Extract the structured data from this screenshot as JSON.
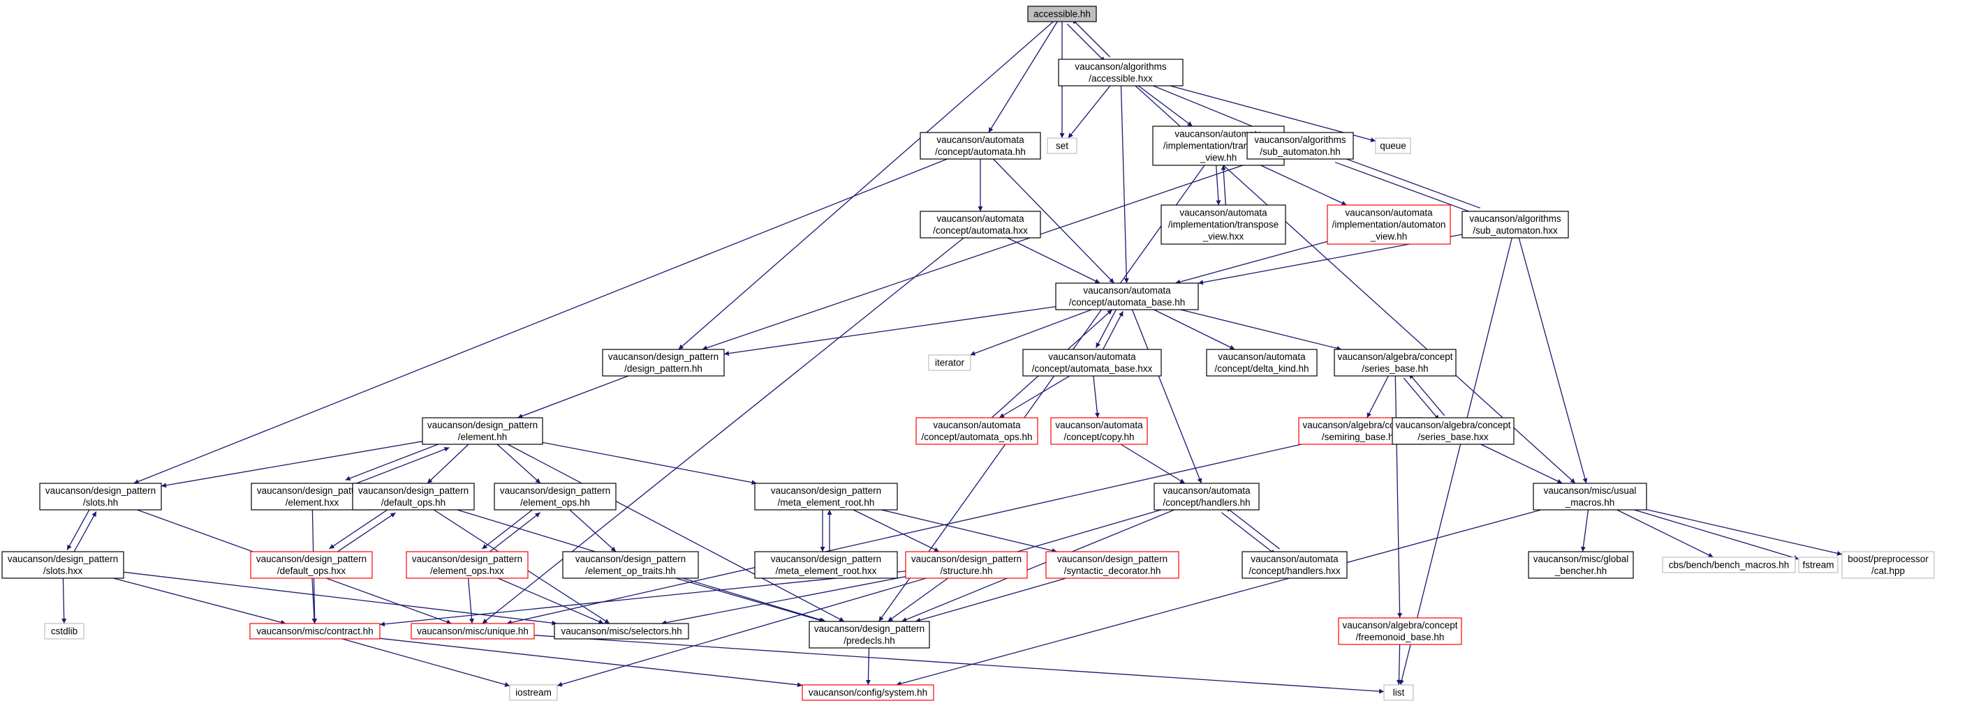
{
  "diagram": {
    "kind": "include-dependency-graph",
    "colors": {
      "edge": "#191970",
      "node_border_documented": "#000000",
      "node_border_undocumented": "#ff0000",
      "node_border_external": "#bfbfbf",
      "root_fill": "#bfbfbf",
      "node_fill": "#ffffff"
    },
    "nodes": [
      {
        "id": "accessible_hh",
        "lines": [
          "accessible.hh"
        ],
        "style": "root"
      },
      {
        "id": "accessible_hxx",
        "lines": [
          "vaucanson/algorithms",
          "/accessible.hxx"
        ],
        "style": "black"
      },
      {
        "id": "automata_hh",
        "lines": [
          "vaucanson/automata",
          "/concept/automata.hh"
        ],
        "style": "black"
      },
      {
        "id": "set",
        "lines": [
          "set"
        ],
        "style": "gray"
      },
      {
        "id": "transpose_view_hh",
        "lines": [
          "vaucanson/automata",
          "/implementation/transpose",
          "_view.hh"
        ],
        "style": "black"
      },
      {
        "id": "sub_automaton_hh",
        "lines": [
          "vaucanson/algorithms",
          "/sub_automaton.hh"
        ],
        "style": "black"
      },
      {
        "id": "queue",
        "lines": [
          "queue"
        ],
        "style": "gray"
      },
      {
        "id": "transpose_view_hxx",
        "lines": [
          "vaucanson/automata",
          "/implementation/transpose",
          "_view.hxx"
        ],
        "style": "black"
      },
      {
        "id": "automaton_view_hh",
        "lines": [
          "vaucanson/automata",
          "/implementation/automaton",
          "_view.hh"
        ],
        "style": "red"
      },
      {
        "id": "sub_automaton_hxx",
        "lines": [
          "vaucanson/algorithms",
          "/sub_automaton.hxx"
        ],
        "style": "black"
      },
      {
        "id": "automata_hxx",
        "lines": [
          "vaucanson/automata",
          "/concept/automata.hxx"
        ],
        "style": "black"
      },
      {
        "id": "automata_base_hh",
        "lines": [
          "vaucanson/automata",
          "/concept/automata_base.hh"
        ],
        "style": "black"
      },
      {
        "id": "design_pattern_hh",
        "lines": [
          "vaucanson/design_pattern",
          "/design_pattern.hh"
        ],
        "style": "black"
      },
      {
        "id": "iterator",
        "lines": [
          "iterator"
        ],
        "style": "gray"
      },
      {
        "id": "automata_base_hxx",
        "lines": [
          "vaucanson/automata",
          "/concept/automata_base.hxx"
        ],
        "style": "black"
      },
      {
        "id": "delta_kind_hh",
        "lines": [
          "vaucanson/automata",
          "/concept/delta_kind.hh"
        ],
        "style": "black"
      },
      {
        "id": "series_base_hh",
        "lines": [
          "vaucanson/algebra/concept",
          "/series_base.hh"
        ],
        "style": "black"
      },
      {
        "id": "automata_ops_hh",
        "lines": [
          "vaucanson/automata",
          "/concept/automata_ops.hh"
        ],
        "style": "red"
      },
      {
        "id": "copy_hh",
        "lines": [
          "vaucanson/automata",
          "/concept/copy.hh"
        ],
        "style": "red"
      },
      {
        "id": "semiring_base_hh",
        "lines": [
          "vaucanson/algebra/concept",
          "/semiring_base.hh"
        ],
        "style": "red"
      },
      {
        "id": "series_base_hxx",
        "lines": [
          "vaucanson/algebra/concept",
          "/series_base.hxx"
        ],
        "style": "black"
      },
      {
        "id": "element_hh",
        "lines": [
          "vaucanson/design_pattern",
          "/element.hh"
        ],
        "style": "black"
      },
      {
        "id": "slots_hh",
        "lines": [
          "vaucanson/design_pattern",
          "/slots.hh"
        ],
        "style": "black"
      },
      {
        "id": "element_hxx",
        "lines": [
          "vaucanson/design_pattern",
          "/element.hxx"
        ],
        "style": "black"
      },
      {
        "id": "default_ops_hh",
        "lines": [
          "vaucanson/design_pattern",
          "/default_ops.hh"
        ],
        "style": "black"
      },
      {
        "id": "element_ops_hh",
        "lines": [
          "vaucanson/design_pattern",
          "/element_ops.hh"
        ],
        "style": "black"
      },
      {
        "id": "meta_element_root_hh",
        "lines": [
          "vaucanson/design_pattern",
          "/meta_element_root.hh"
        ],
        "style": "black"
      },
      {
        "id": "handlers_hh",
        "lines": [
          "vaucanson/automata",
          "/concept/handlers.hh"
        ],
        "style": "black"
      },
      {
        "id": "usual_macros_hh",
        "lines": [
          "vaucanson/misc/usual",
          "_macros.hh"
        ],
        "style": "black"
      },
      {
        "id": "slots_hxx",
        "lines": [
          "vaucanson/design_pattern",
          "/slots.hxx"
        ],
        "style": "black"
      },
      {
        "id": "default_ops_hxx",
        "lines": [
          "vaucanson/design_pattern",
          "/default_ops.hxx"
        ],
        "style": "red"
      },
      {
        "id": "element_ops_hxx",
        "lines": [
          "vaucanson/design_pattern",
          "/element_ops.hxx"
        ],
        "style": "red"
      },
      {
        "id": "element_op_traits_hh",
        "lines": [
          "vaucanson/design_pattern",
          "/element_op_traits.hh"
        ],
        "style": "black"
      },
      {
        "id": "meta_element_root_hxx",
        "lines": [
          "vaucanson/design_pattern",
          "/meta_element_root.hxx"
        ],
        "style": "black"
      },
      {
        "id": "structure_hh",
        "lines": [
          "vaucanson/design_pattern",
          "/structure.hh"
        ],
        "style": "red"
      },
      {
        "id": "syntactic_decorator_hh",
        "lines": [
          "vaucanson/design_pattern",
          "/syntactic_decorator.hh"
        ],
        "style": "red"
      },
      {
        "id": "handlers_hxx",
        "lines": [
          "vaucanson/automata",
          "/concept/handlers.hxx"
        ],
        "style": "black"
      },
      {
        "id": "global_bencher_hh",
        "lines": [
          "vaucanson/misc/global",
          "_bencher.hh"
        ],
        "style": "black"
      },
      {
        "id": "bench_macros_hh",
        "lines": [
          "cbs/bench/bench_macros.hh"
        ],
        "style": "gray"
      },
      {
        "id": "fstream",
        "lines": [
          "fstream"
        ],
        "style": "gray"
      },
      {
        "id": "preprocessor_cat_hpp",
        "lines": [
          "boost/preprocessor",
          "/cat.hpp"
        ],
        "style": "gray"
      },
      {
        "id": "cstdlib",
        "lines": [
          "cstdlib"
        ],
        "style": "gray"
      },
      {
        "id": "contract_hh",
        "lines": [
          "vaucanson/misc/contract.hh"
        ],
        "style": "red"
      },
      {
        "id": "unique_hh",
        "lines": [
          "vaucanson/misc/unique.hh"
        ],
        "style": "red"
      },
      {
        "id": "selectors_hh",
        "lines": [
          "vaucanson/misc/selectors.hh"
        ],
        "style": "black"
      },
      {
        "id": "predecls_hh",
        "lines": [
          "vaucanson/design_pattern",
          "/predecls.hh"
        ],
        "style": "black"
      },
      {
        "id": "freemonoid_base_hh",
        "lines": [
          "vaucanson/algebra/concept",
          "/freemonoid_base.hh"
        ],
        "style": "red"
      },
      {
        "id": "iostream",
        "lines": [
          "iostream"
        ],
        "style": "gray"
      },
      {
        "id": "system_hh",
        "lines": [
          "vaucanson/config/system.hh"
        ],
        "style": "red"
      },
      {
        "id": "list",
        "lines": [
          "list"
        ],
        "style": "gray"
      }
    ],
    "edges": [
      [
        "accessible_hh",
        "accessible_hxx"
      ],
      [
        "accessible_hh",
        "automata_hh"
      ],
      [
        "accessible_hh",
        "set"
      ],
      [
        "accessible_hh",
        "design_pattern_hh"
      ],
      [
        "accessible_hxx",
        "accessible_hh"
      ],
      [
        "accessible_hxx",
        "set"
      ],
      [
        "accessible_hxx",
        "transpose_view_hh"
      ],
      [
        "accessible_hxx",
        "sub_automaton_hh"
      ],
      [
        "accessible_hxx",
        "queue"
      ],
      [
        "accessible_hxx",
        "automata_base_hh"
      ],
      [
        "accessible_hxx",
        "usual_macros_hh"
      ],
      [
        "automata_hh",
        "automata_hxx"
      ],
      [
        "automata_hh",
        "automata_base_hh"
      ],
      [
        "automata_hh",
        "slots_hh"
      ],
      [
        "transpose_view_hh",
        "transpose_view_hxx"
      ],
      [
        "transpose_view_hh",
        "automaton_view_hh"
      ],
      [
        "transpose_view_hh",
        "predecls_hh"
      ],
      [
        "transpose_view_hxx",
        "transpose_view_hh"
      ],
      [
        "sub_automaton_hh",
        "sub_automaton_hxx"
      ],
      [
        "sub_automaton_hh",
        "design_pattern_hh"
      ],
      [
        "sub_automaton_hxx",
        "sub_automaton_hh"
      ],
      [
        "sub_automaton_hxx",
        "automata_base_hh"
      ],
      [
        "sub_automaton_hxx",
        "usual_macros_hh"
      ],
      [
        "sub_automaton_hxx",
        "list"
      ],
      [
        "automaton_view_hh",
        "automata_base_hh"
      ],
      [
        "automata_hxx",
        "automata_base_hh"
      ],
      [
        "automata_hxx",
        "unique_hh"
      ],
      [
        "automata_base_hh",
        "design_pattern_hh"
      ],
      [
        "automata_base_hh",
        "iterator"
      ],
      [
        "automata_base_hh",
        "automata_base_hxx"
      ],
      [
        "automata_base_hh",
        "delta_kind_hh"
      ],
      [
        "automata_base_hh",
        "series_base_hh"
      ],
      [
        "automata_base_hh",
        "handlers_hh"
      ],
      [
        "automata_base_hxx",
        "automata_base_hh"
      ],
      [
        "automata_base_hxx",
        "automata_ops_hh"
      ],
      [
        "automata_base_hxx",
        "copy_hh"
      ],
      [
        "automata_ops_hh",
        "automata_base_hh"
      ],
      [
        "copy_hh",
        "handlers_hh"
      ],
      [
        "design_pattern_hh",
        "element_hh"
      ],
      [
        "series_base_hh",
        "semiring_base_hh"
      ],
      [
        "series_base_hh",
        "series_base_hxx"
      ],
      [
        "series_base_hh",
        "freemonoid_base_hh"
      ],
      [
        "series_base_hxx",
        "series_base_hh"
      ],
      [
        "series_base_hxx",
        "usual_macros_hh"
      ],
      [
        "semiring_base_hh",
        "unique_hh"
      ],
      [
        "element_hh",
        "slots_hh"
      ],
      [
        "element_hh",
        "element_hxx"
      ],
      [
        "element_hh",
        "default_ops_hh"
      ],
      [
        "element_hh",
        "element_ops_hh"
      ],
      [
        "element_hh",
        "meta_element_root_hh"
      ],
      [
        "element_hh",
        "predecls_hh"
      ],
      [
        "element_hxx",
        "element_hh"
      ],
      [
        "element_hxx",
        "contract_hh"
      ],
      [
        "slots_hh",
        "slots_hxx"
      ],
      [
        "slots_hh",
        "unique_hh"
      ],
      [
        "slots_hxx",
        "slots_hh"
      ],
      [
        "slots_hxx",
        "cstdlib"
      ],
      [
        "slots_hxx",
        "contract_hh"
      ],
      [
        "slots_hxx",
        "selectors_hh"
      ],
      [
        "default_ops_hh",
        "default_ops_hxx"
      ],
      [
        "default_ops_hh",
        "selectors_hh"
      ],
      [
        "default_ops_hh",
        "predecls_hh"
      ],
      [
        "default_ops_hxx",
        "default_ops_hh"
      ],
      [
        "default_ops_hxx",
        "contract_hh"
      ],
      [
        "element_ops_hh",
        "element_ops_hxx"
      ],
      [
        "element_ops_hh",
        "element_op_traits_hh"
      ],
      [
        "element_ops_hxx",
        "element_ops_hh"
      ],
      [
        "element_ops_hxx",
        "unique_hh"
      ],
      [
        "element_ops_hxx",
        "selectors_hh"
      ],
      [
        "element_op_traits_hh",
        "predecls_hh"
      ],
      [
        "meta_element_root_hh",
        "meta_element_root_hxx"
      ],
      [
        "meta_element_root_hh",
        "structure_hh"
      ],
      [
        "meta_element_root_hh",
        "syntactic_decorator_hh"
      ],
      [
        "meta_element_root_hxx",
        "meta_element_root_hh"
      ],
      [
        "structure_hh",
        "contract_hh"
      ],
      [
        "structure_hh",
        "predecls_hh"
      ],
      [
        "structure_hh",
        "selectors_hh"
      ],
      [
        "syntactic_decorator_hh",
        "predecls_hh"
      ],
      [
        "handlers_hh",
        "handlers_hxx"
      ],
      [
        "handlers_hh",
        "predecls_hh"
      ],
      [
        "handlers_hh",
        "iostream"
      ],
      [
        "handlers_hxx",
        "handlers_hh"
      ],
      [
        "usual_macros_hh",
        "global_bencher_hh"
      ],
      [
        "usual_macros_hh",
        "bench_macros_hh"
      ],
      [
        "usual_macros_hh",
        "fstream"
      ],
      [
        "usual_macros_hh",
        "preprocessor_cat_hpp"
      ],
      [
        "usual_macros_hh",
        "system_hh"
      ],
      [
        "contract_hh",
        "iostream"
      ],
      [
        "contract_hh",
        "system_hh"
      ],
      [
        "unique_hh",
        "list"
      ],
      [
        "predecls_hh",
        "system_hh"
      ],
      [
        "freemonoid_base_hh",
        "list"
      ]
    ]
  }
}
